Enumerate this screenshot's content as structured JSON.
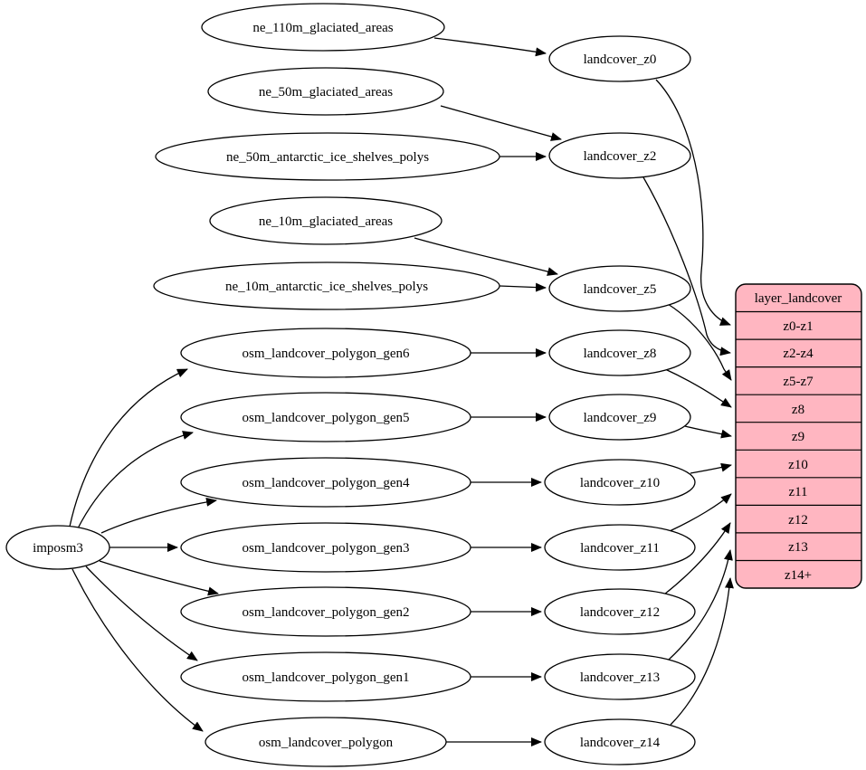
{
  "colors": {
    "background": "#ffffff",
    "node_fill": "#ffffff",
    "edge": "#000000",
    "table_fill": "#ffb6c1"
  },
  "nodes": {
    "imposm3": "imposm3",
    "ne_110m_glaciated_areas": "ne_110m_glaciated_areas",
    "ne_50m_glaciated_areas": "ne_50m_glaciated_areas",
    "ne_50m_antarctic_ice_shelves_polys": "ne_50m_antarctic_ice_shelves_polys",
    "ne_10m_glaciated_areas": "ne_10m_glaciated_areas",
    "ne_10m_antarctic_ice_shelves_polys": "ne_10m_antarctic_ice_shelves_polys",
    "osm_landcover_polygon_gen6": "osm_landcover_polygon_gen6",
    "osm_landcover_polygon_gen5": "osm_landcover_polygon_gen5",
    "osm_landcover_polygon_gen4": "osm_landcover_polygon_gen4",
    "osm_landcover_polygon_gen3": "osm_landcover_polygon_gen3",
    "osm_landcover_polygon_gen2": "osm_landcover_polygon_gen2",
    "osm_landcover_polygon_gen1": "osm_landcover_polygon_gen1",
    "osm_landcover_polygon": "osm_landcover_polygon",
    "landcover_z0": "landcover_z0",
    "landcover_z2": "landcover_z2",
    "landcover_z5": "landcover_z5",
    "landcover_z8": "landcover_z8",
    "landcover_z9": "landcover_z9",
    "landcover_z10": "landcover_z10",
    "landcover_z11": "landcover_z11",
    "landcover_z12": "landcover_z12",
    "landcover_z13": "landcover_z13",
    "landcover_z14": "landcover_z14"
  },
  "table": {
    "title": "layer_landcover",
    "rows": [
      "z0-z1",
      "z2-z4",
      "z5-z7",
      "z8",
      "z9",
      "z10",
      "z11",
      "z12",
      "z13",
      "z14+"
    ]
  },
  "edges": [
    {
      "from": "imposm3",
      "to": "osm_landcover_polygon_gen6"
    },
    {
      "from": "imposm3",
      "to": "osm_landcover_polygon_gen5"
    },
    {
      "from": "imposm3",
      "to": "osm_landcover_polygon_gen4"
    },
    {
      "from": "imposm3",
      "to": "osm_landcover_polygon_gen3"
    },
    {
      "from": "imposm3",
      "to": "osm_landcover_polygon_gen2"
    },
    {
      "from": "imposm3",
      "to": "osm_landcover_polygon_gen1"
    },
    {
      "from": "imposm3",
      "to": "osm_landcover_polygon"
    },
    {
      "from": "ne_110m_glaciated_areas",
      "to": "landcover_z0"
    },
    {
      "from": "ne_50m_glaciated_areas",
      "to": "landcover_z2"
    },
    {
      "from": "ne_50m_antarctic_ice_shelves_polys",
      "to": "landcover_z2"
    },
    {
      "from": "ne_10m_glaciated_areas",
      "to": "landcover_z5"
    },
    {
      "from": "ne_10m_antarctic_ice_shelves_polys",
      "to": "landcover_z5"
    },
    {
      "from": "osm_landcover_polygon_gen6",
      "to": "landcover_z8"
    },
    {
      "from": "osm_landcover_polygon_gen5",
      "to": "landcover_z9"
    },
    {
      "from": "osm_landcover_polygon_gen4",
      "to": "landcover_z10"
    },
    {
      "from": "osm_landcover_polygon_gen3",
      "to": "landcover_z11"
    },
    {
      "from": "osm_landcover_polygon_gen2",
      "to": "landcover_z12"
    },
    {
      "from": "osm_landcover_polygon_gen1",
      "to": "landcover_z13"
    },
    {
      "from": "osm_landcover_polygon",
      "to": "landcover_z14"
    },
    {
      "from": "landcover_z0",
      "to": "layer_landcover.z0-z1"
    },
    {
      "from": "landcover_z2",
      "to": "layer_landcover.z2-z4"
    },
    {
      "from": "landcover_z5",
      "to": "layer_landcover.z5-z7"
    },
    {
      "from": "landcover_z8",
      "to": "layer_landcover.z8"
    },
    {
      "from": "landcover_z9",
      "to": "layer_landcover.z9"
    },
    {
      "from": "landcover_z10",
      "to": "layer_landcover.z10"
    },
    {
      "from": "landcover_z11",
      "to": "layer_landcover.z11"
    },
    {
      "from": "landcover_z12",
      "to": "layer_landcover.z12"
    },
    {
      "from": "landcover_z13",
      "to": "layer_landcover.z13"
    },
    {
      "from": "landcover_z14",
      "to": "layer_landcover.z14+"
    }
  ]
}
